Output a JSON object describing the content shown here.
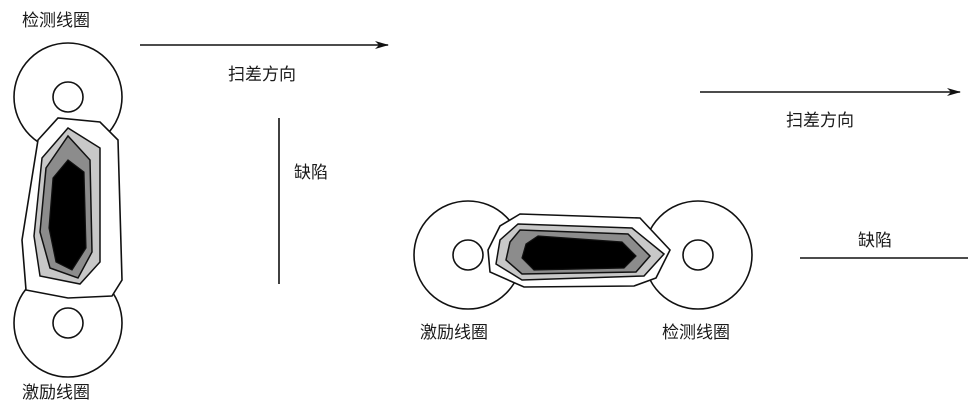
{
  "left_figure": {
    "detect_coil_label": "检测线圈",
    "excite_coil_label": "激励线圈",
    "scan_direction_label": "扫差方向",
    "defect_label": "缺陷"
  },
  "right_figure": {
    "detect_coil_label": "检测线圈",
    "excite_coil_label": "激励线圈",
    "scan_direction_label": "扫差方向",
    "defect_label": "缺陷"
  },
  "colors": {
    "line": "#111111",
    "field_outer": "#ffffff",
    "field_light": "#c8c8c8",
    "field_mid": "#8c8c8c",
    "field_core": "#000000"
  }
}
